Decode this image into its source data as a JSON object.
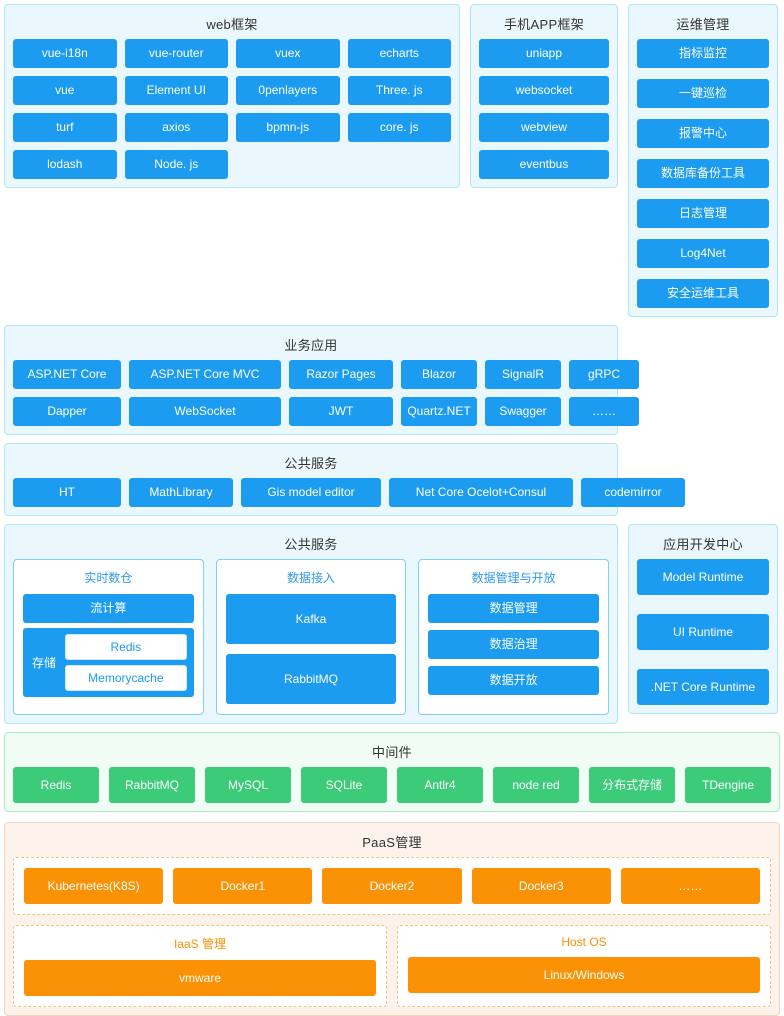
{
  "theme": {
    "blue": "#1b9cf0",
    "green": "#3ccb78",
    "orange": "#fb9104",
    "panel_blue_bg": "#eaf7fd",
    "panel_green_bg": "#f1fcf4",
    "panel_orange_bg": "#fdf3ec"
  },
  "web_framework": {
    "title": "web框架",
    "items": [
      "vue-i18n",
      "vue-router",
      "vuex",
      "echarts",
      "vue",
      "Element UI",
      "0penlayers",
      "Three. js",
      "turf",
      "axios",
      "bpmn-js",
      "core. js",
      "lodash",
      "Node. js"
    ]
  },
  "app_framework": {
    "title": "手机APP框架",
    "items": [
      "uniapp",
      "websocket",
      "webview",
      "eventbus"
    ]
  },
  "ops_management": {
    "title": "运维管理",
    "items": [
      "指标监控",
      "一键巡检",
      "报警中心",
      "数据库备份工具",
      "日志管理",
      "Log4Net",
      "安全运维工具"
    ]
  },
  "business_application": {
    "title": "业务应用",
    "items": [
      "ASP.NET Core",
      "ASP.NET Core MVC",
      "Razor Pages",
      "Blazor",
      "SignalR",
      "gRPC",
      "Dapper",
      "WebSocket",
      "JWT",
      "Quartz.NET",
      "Swagger",
      "……"
    ]
  },
  "public_service": {
    "title": "公共服务",
    "items": [
      "HT",
      "MathLibrary",
      "Gis model editor",
      "Net Core Ocelot+Consul",
      "codemirror"
    ]
  },
  "data_platform": {
    "title": "公共服务",
    "groups": [
      {
        "title": "实时数仓",
        "items": [
          "流计算"
        ],
        "storage": {
          "label": "存储",
          "pills": [
            "Redis",
            "Memorycache"
          ]
        }
      },
      {
        "title": "数据接入",
        "items": [
          "Kafka",
          "RabbitMQ"
        ]
      },
      {
        "title": "数据管理与开放",
        "items": [
          "数据管理",
          "数据治理",
          "数据开放"
        ]
      }
    ]
  },
  "app_dev_center": {
    "title": "应用开发中心",
    "items": [
      "Model Runtime",
      "UI Runtime",
      ".NET Core Runtime"
    ]
  },
  "middleware": {
    "title": "中间件",
    "items": [
      "Redis",
      "RabbitMQ",
      "MySQL",
      "SQLite",
      "Antlr4",
      "node red",
      "分布式存储",
      "TDengine"
    ]
  },
  "paas": {
    "title": "PaaS管理",
    "containers": [
      "Kubernetes(K8S)",
      "Docker1",
      "Docker2",
      "Docker3",
      "……"
    ],
    "iaas": {
      "title": "IaaS 管理",
      "items": [
        "vmware"
      ]
    },
    "host_os": {
      "title": "Host OS",
      "items": [
        "Linux/Windows"
      ]
    }
  }
}
